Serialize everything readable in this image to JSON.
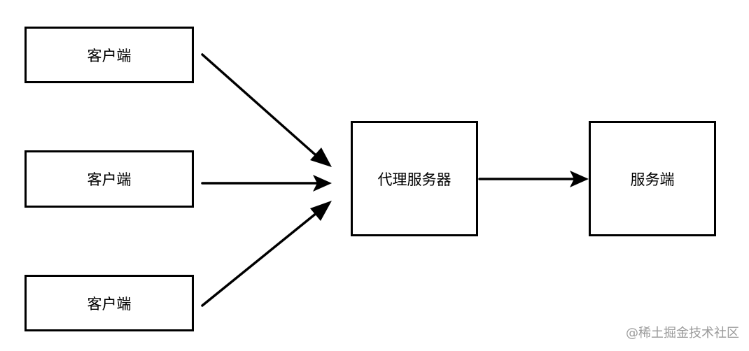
{
  "diagram": {
    "clients": [
      {
        "label": "客户端"
      },
      {
        "label": "客户端"
      },
      {
        "label": "客户端"
      }
    ],
    "proxy": {
      "label": "代理服务器"
    },
    "server": {
      "label": "服务端"
    },
    "edges": [
      {
        "from": "客户端",
        "to": "代理服务器"
      },
      {
        "from": "客户端",
        "to": "代理服务器"
      },
      {
        "from": "客户端",
        "to": "代理服务器"
      },
      {
        "from": "代理服务器",
        "to": "服务端"
      }
    ]
  },
  "watermark": "@稀土掘金技术社区"
}
